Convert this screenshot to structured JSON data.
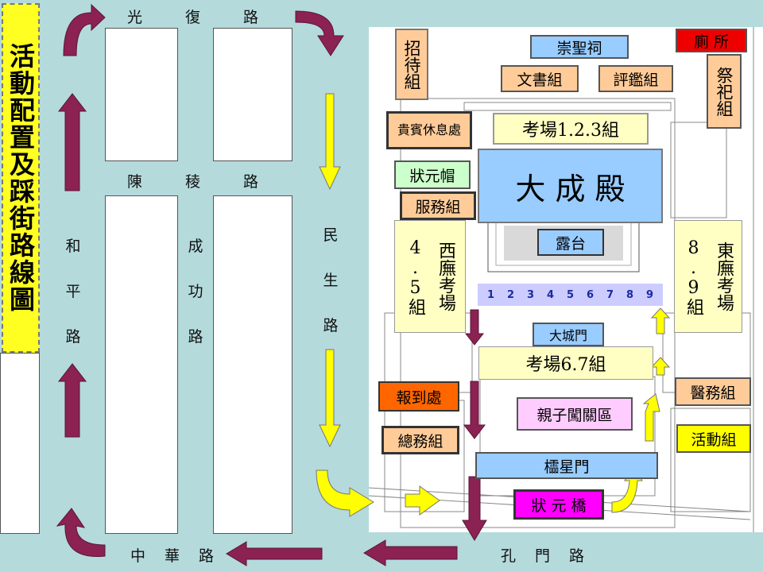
{
  "title": "活動配置及踩街路線圖",
  "roads": {
    "guangfu": [
      "光",
      "復",
      "路"
    ],
    "chenling": [
      "陳",
      "稜",
      "路"
    ],
    "heping": [
      "和",
      "平",
      "路"
    ],
    "chenggong": [
      "成",
      "功",
      "路"
    ],
    "minsheng": [
      "民",
      "生",
      "路"
    ],
    "zhonghua": [
      "中",
      "華",
      "路"
    ],
    "kongmen": [
      "孔",
      "門",
      "路"
    ]
  },
  "labels": {
    "restroom": "廁 所",
    "shrine": "崇聖祠",
    "recruit": "招待組",
    "documents": "文書組",
    "judging": "評鑑組",
    "ritual": "祭祀組",
    "vip_lounge": "貴賓休息處",
    "exam_123": "考場1.2.3組",
    "champion_hat": "狀元帽",
    "main_hall": "大 成 殿",
    "service": "服務組",
    "terrace": "露台",
    "west_exam": "西廡考場",
    "west_groups": "4.5組",
    "east_exam": "東廡考場",
    "east_groups": "8.9組",
    "dacheng_gate": "大城門",
    "exam_67": "考場6.7組",
    "report": "報到處",
    "parent_child": "親子闖關區",
    "general_affairs": "總務組",
    "medical": "醫務組",
    "activity": "活動組",
    "lingxing_gate": "櫺星門",
    "zhuangyuan_bridge": "狀 元 橋"
  },
  "numbers": [
    "1",
    "2",
    "3",
    "4",
    "5",
    "6",
    "7",
    "8",
    "9"
  ],
  "colors": {
    "background": "#b4dadc",
    "title_bg": "#ffff22",
    "orange_box": "#ffcc99",
    "red_box": "#ee0000",
    "blue_box": "#99ccff",
    "yellow_box": "#ffffc4",
    "green_box": "#ccffcc",
    "report_box": "#ff6600",
    "magenta_box": "#ff00ff",
    "pink_box": "#ffccff",
    "activity_box": "#ffff00",
    "maroon_arrow": "#8b2252",
    "yellow_arrow": "#ffff00"
  }
}
